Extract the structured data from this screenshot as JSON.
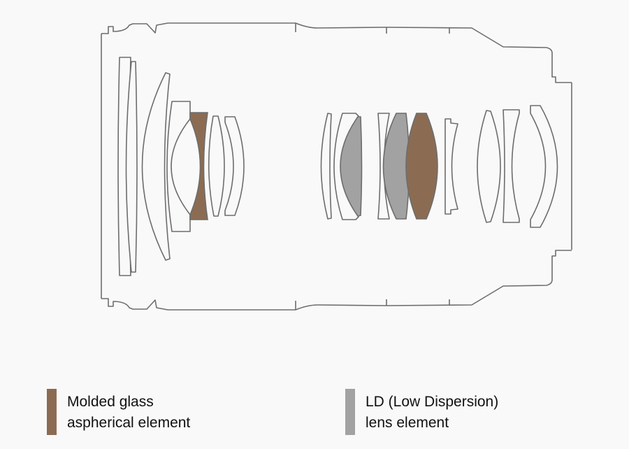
{
  "colors": {
    "aspherical": "#8b6c52",
    "ld": "#a2a2a2",
    "outline": "#6d6d6d",
    "background": "#f9f9f9"
  },
  "legend": [
    {
      "line1": "Molded glass",
      "line2": "aspherical element"
    },
    {
      "line1": "LD (Low Dispersion)",
      "line2": "lens element"
    }
  ]
}
